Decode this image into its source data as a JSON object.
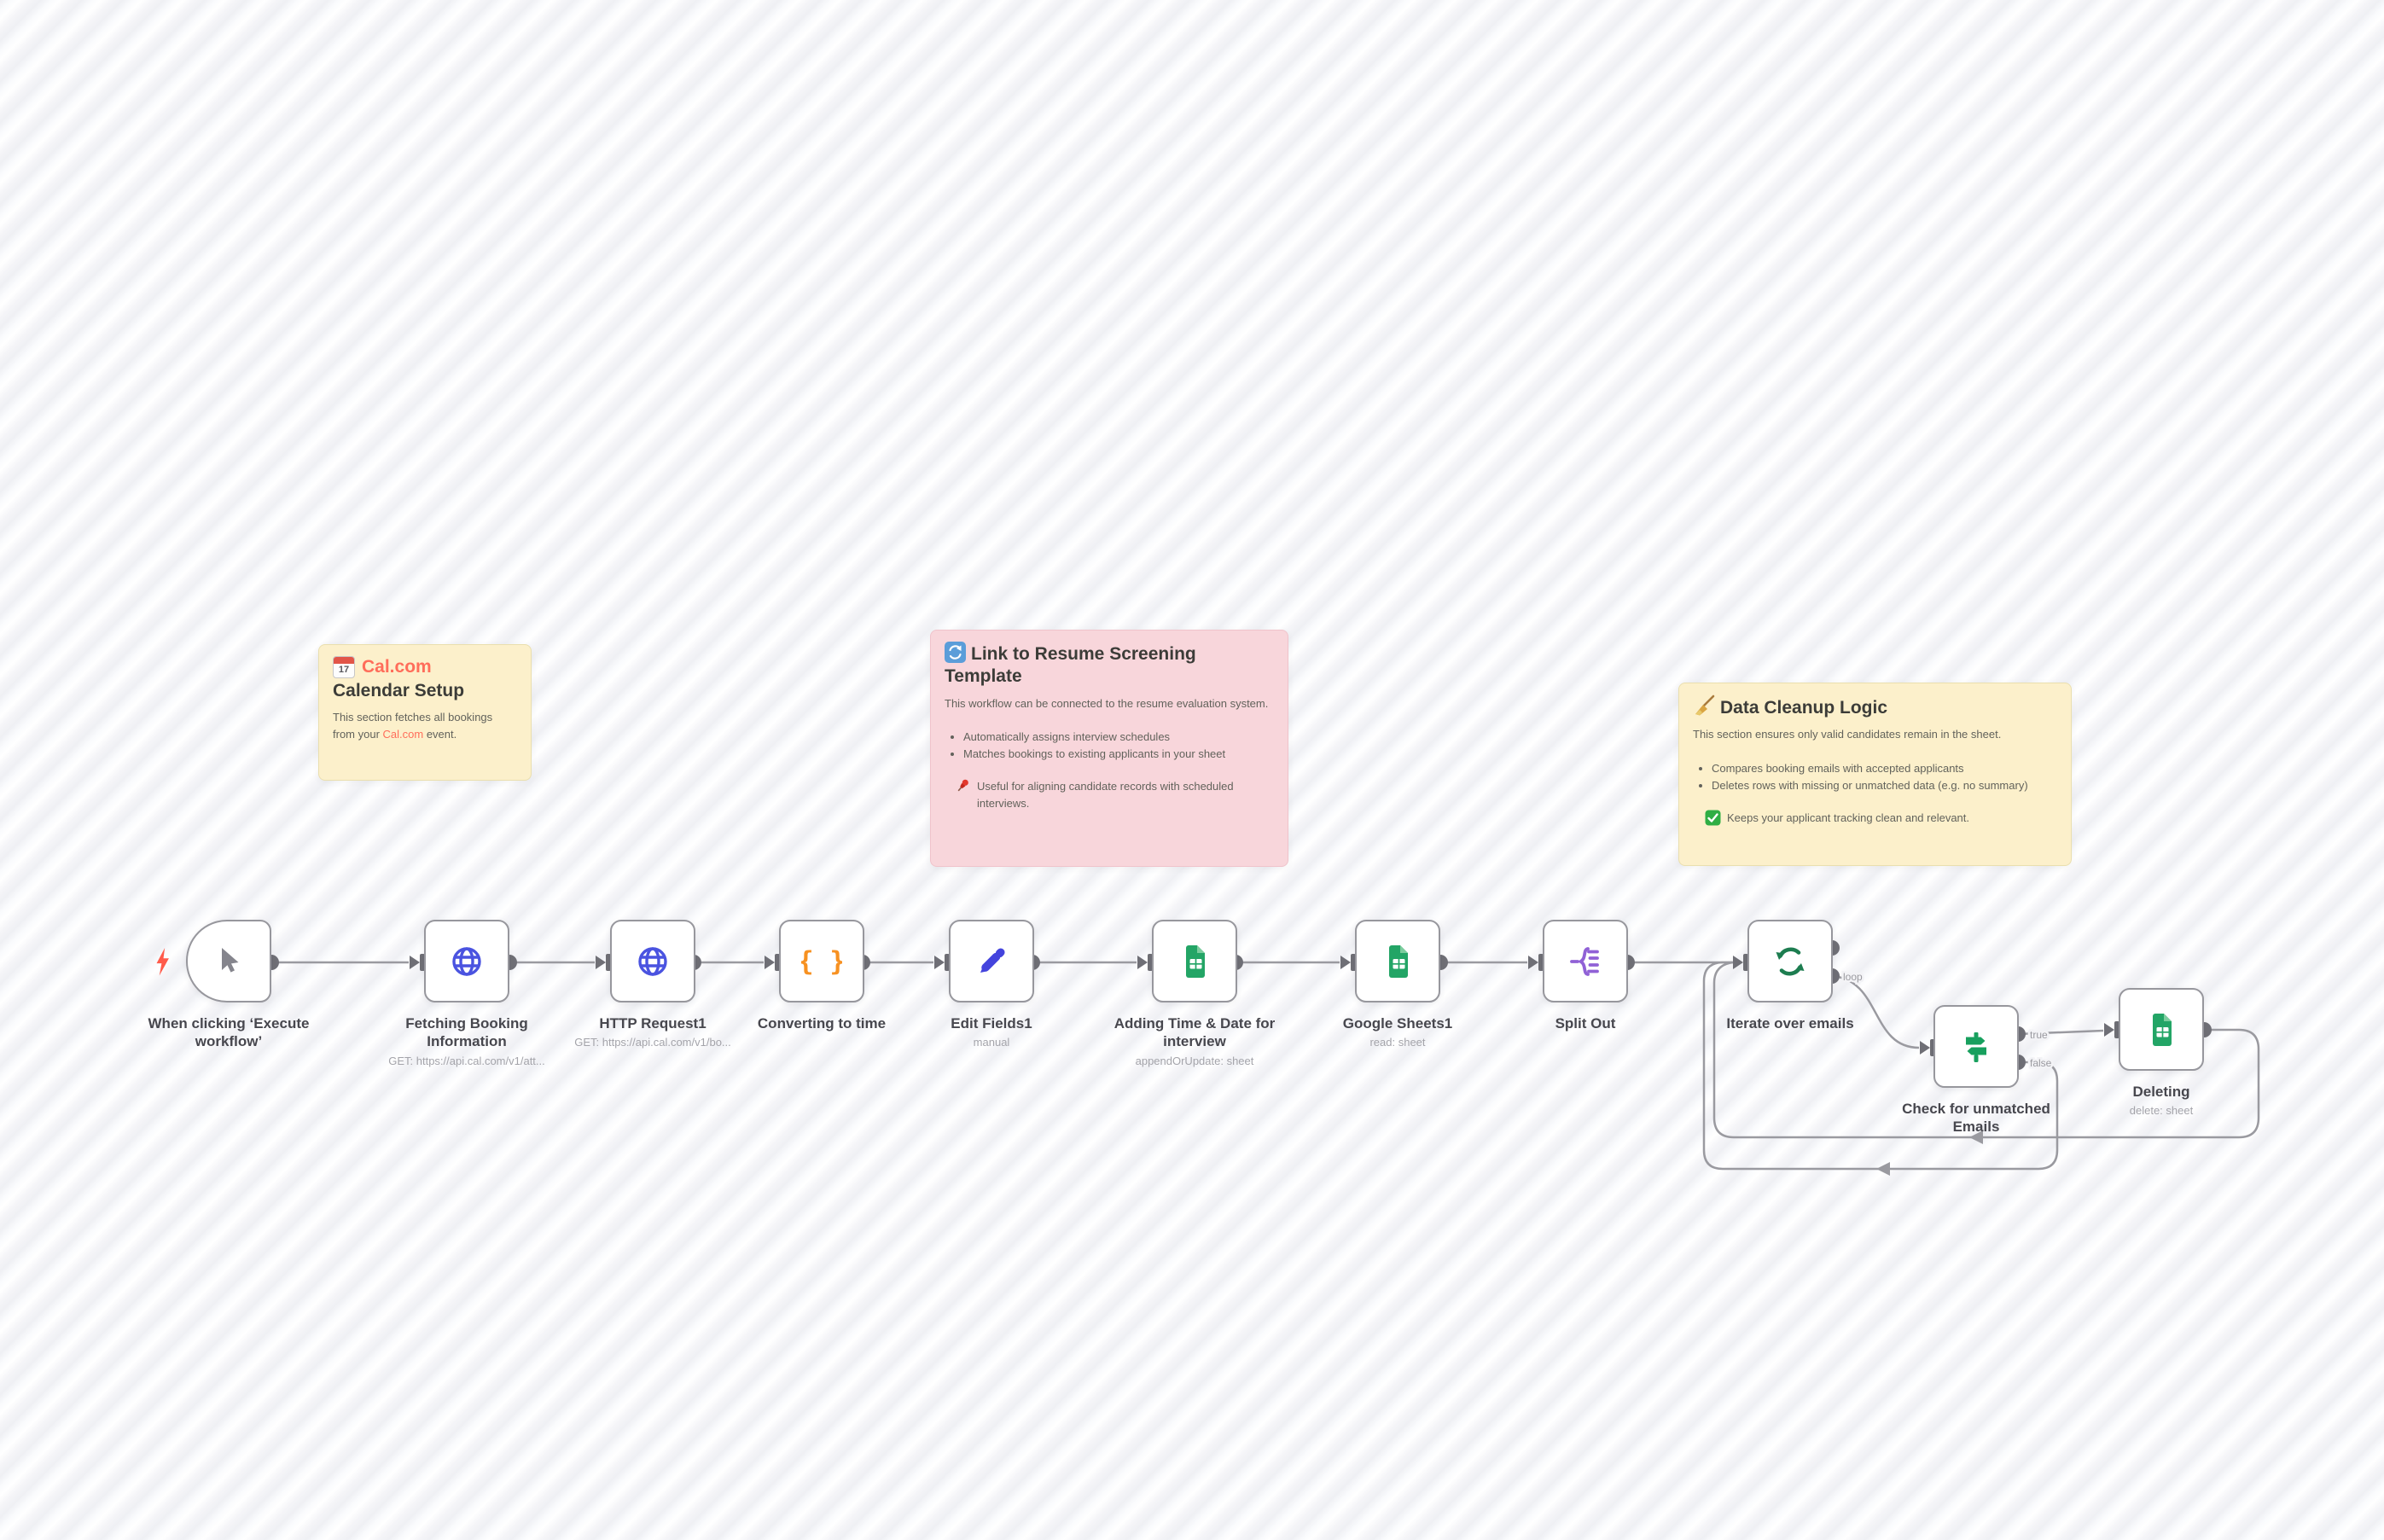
{
  "canvas": {
    "type": "workflow-editor"
  },
  "colors": {
    "sticky_yellow_bg": "#fcf0cb",
    "sticky_pink_bg": "#f8d6db",
    "link_accent": "#ff6d5a",
    "node_border": "#97979d",
    "edge_gray": "#9a9aa0",
    "trigger_bolt_red": "#ff5b4b",
    "http_blue": "#4a53e0",
    "code_orange": "#f79121",
    "pencil_blue": "#4444dd",
    "sheets_green": "#23a566",
    "split_purple": "#9061d6",
    "loop_green": "#1d7d50",
    "if_green": "#18a05e"
  },
  "stickies": [
    {
      "icon": "calendar-icon",
      "icon_number": "17",
      "title_link": "Cal.com",
      "heading": "Calendar Setup",
      "body_pre": "This section fetches all bookings from your ",
      "body_link": "Cal.com",
      "body_post": " event."
    },
    {
      "icon": "repeat-icon",
      "heading": "Link to Resume Screening Template",
      "intro": "This workflow can be connected to the resume evaluation system.",
      "bullets": [
        "Automatically assigns interview schedules",
        "Matches bookings to existing applicants in your sheet"
      ],
      "note_icon": "pushpin-icon",
      "note": "Useful for aligning candidate records with scheduled interviews."
    },
    {
      "icon": "broom-icon",
      "heading": "Data Cleanup Logic",
      "intro": "This section ensures only valid candidates remain in the sheet.",
      "bullets": [
        "Compares booking emails with accepted applicants",
        "Deletes rows with missing or unmatched data (e.g. no summary)"
      ],
      "note_icon": "check-icon",
      "note": "Keeps your applicant tracking clean and relevant."
    }
  ],
  "nodes": [
    {
      "label": "When clicking ‘Execute workflow’",
      "subtitle": "",
      "icon": "cursor-icon"
    },
    {
      "label": "Fetching Booking Information",
      "subtitle": "GET: https://api.cal.com/v1/att...",
      "icon": "globe-icon"
    },
    {
      "label": "HTTP Request1",
      "subtitle": "GET: https://api.cal.com/v1/bo...",
      "icon": "globe-icon"
    },
    {
      "label": "Converting to time",
      "subtitle": "",
      "icon": "code-braces-icon"
    },
    {
      "label": "Edit Fields1",
      "subtitle": "manual",
      "icon": "pencil-icon"
    },
    {
      "label": "Adding Time & Date for interview",
      "subtitle": "appendOrUpdate: sheet",
      "icon": "sheets-icon"
    },
    {
      "label": "Google Sheets1",
      "subtitle": "read: sheet",
      "icon": "sheets-icon"
    },
    {
      "label": "Split Out",
      "subtitle": "",
      "icon": "split-icon"
    },
    {
      "label": "Iterate over emails",
      "subtitle": "",
      "icon": "loop-icon"
    },
    {
      "label": "Check for unmatched Emails",
      "subtitle": "",
      "icon": "signpost-icon"
    },
    {
      "label": "Deleting",
      "subtitle": "delete: sheet",
      "icon": "sheets-icon"
    }
  ],
  "edge_labels": {
    "loop": "loop",
    "true": "true",
    "false": "false"
  }
}
